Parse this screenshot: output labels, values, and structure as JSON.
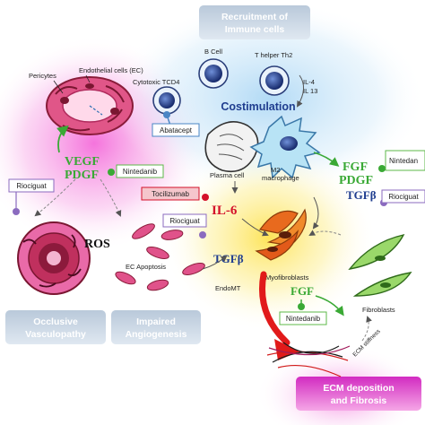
{
  "headers": {
    "recruitment": [
      "Recruitment of",
      "Immune cells"
    ],
    "occlusive": [
      "Occlusive",
      "Vasculopathy"
    ],
    "angiogenesis": [
      "Impaired",
      "Angiogenesis"
    ],
    "ecm": [
      "ECM deposition",
      "and Fibrosis"
    ]
  },
  "cells": {
    "b_cell": "B Cell",
    "t_helper": "T helper Th2",
    "cytotoxic": "Cytotoxic TCD4",
    "endothelial": "Endothelial cells (EC)",
    "pericytes": "Pericytes",
    "plasma": "Plasma cell",
    "m2": [
      "M2",
      "macrophage"
    ],
    "myofibroblasts": "Myofibroblasts",
    "fibroblasts": "Fibroblasts",
    "ec_apoptosis": "EC Apoptosis",
    "endomt": "EndoMT",
    "ecm_stiffness": "ECM stiffness"
  },
  "mediators": {
    "costimulation": "Costimulation",
    "vegf": "VEGF",
    "pdgf_left": "PDGF",
    "fgf_right": "FGF",
    "pdgf_right": "PDGF",
    "tgfb_right": "TGFβ",
    "il6": "IL-6",
    "tgfb_center": "TGFβ",
    "fgf_bottom": "FGF",
    "ros": "ROS",
    "il4": "IL-4",
    "il13": "IL 13"
  },
  "drugs": {
    "abatacept": "Abatacept",
    "nintedanib_left": "Nintedanib",
    "nintedanib_right": "Nintedan",
    "riociguat_left": "Riociguat",
    "tocilizumab": "Tocilizumab",
    "riociguat_center": "Riociguat",
    "riociguat_right": "Riociguat",
    "nintedanib_bottom": "Nintedanib"
  },
  "colors": {
    "green": "#3aa935",
    "blue_text": "#1f3d8f",
    "purple": "#5a2d91",
    "red": "#d4112a",
    "nintedanib_border": "#5cb84a",
    "riociguat_border": "#8b6bbf",
    "abatacept_border": "#4a86c5",
    "tocilizumab_fill": "#f5c6cc"
  }
}
